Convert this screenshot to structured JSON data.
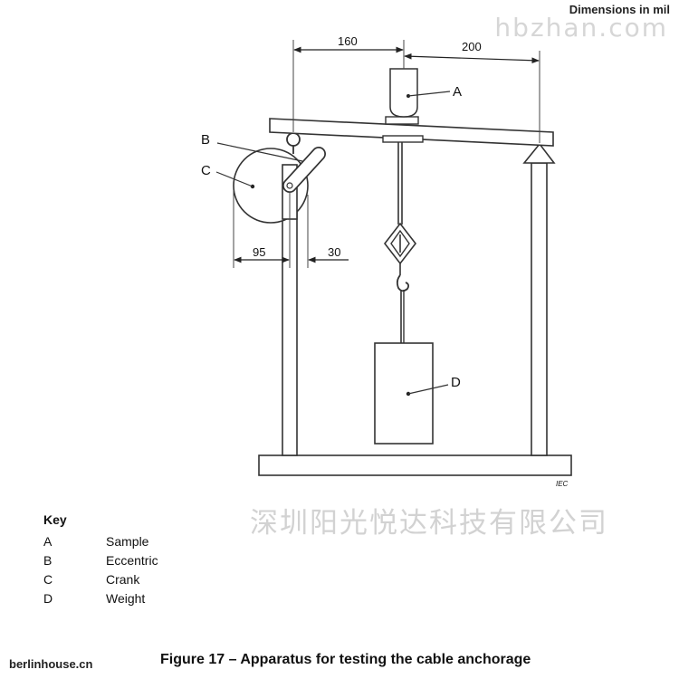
{
  "header": {
    "dimensions_note": "Dimensions in mil",
    "watermark_top": "hbzhan.com"
  },
  "diagram": {
    "dimensions": {
      "top_left": "160",
      "top_right": "200",
      "bottom_left": "95",
      "bottom_right": "30"
    },
    "labels": {
      "a": "A",
      "b": "B",
      "c": "C",
      "d": "D"
    },
    "source_mark": "IEC"
  },
  "watermark_cn": "深圳阳光悦达科技有限公司",
  "key": {
    "title": "Key",
    "items": [
      {
        "letter": "A",
        "text": "Sample"
      },
      {
        "letter": "B",
        "text": "Eccentric"
      },
      {
        "letter": "C",
        "text": "Crank"
      },
      {
        "letter": "D",
        "text": "Weight"
      }
    ]
  },
  "caption": "Figure 17 – Apparatus for testing the cable anchorage",
  "site": "berlinhouse.cn"
}
